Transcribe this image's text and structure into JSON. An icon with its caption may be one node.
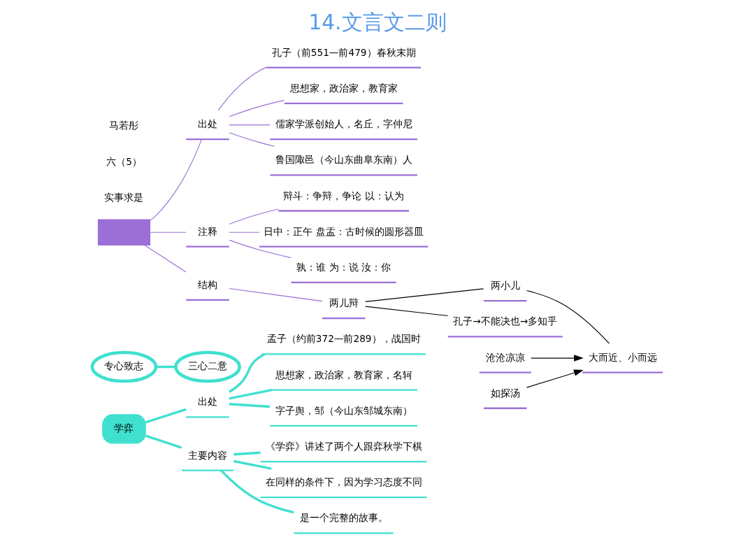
{
  "diagram": {
    "title": "14.文言文二则",
    "nodes": [
      {
        "text": [
          "学弈"
        ]
      },
      {
        "text": [
          "出处"
        ]
      },
      {
        "text": [
          "孟子（约前372—前289），战国时"
        ]
      },
      {
        "text": [
          "思想家，政治家，教育家，名轲"
        ]
      },
      {
        "text": [
          "字子舆，邹（今山东邹城东南）"
        ]
      },
      {
        "text": [
          "主要内容"
        ]
      },
      {
        "text": [
          "《学弈》讲述了两个人跟弈秋学下棋"
        ]
      },
      {
        "text": [
          "在同样的条件下，因为学习态度不同"
        ]
      },
      {
        "text": [
          "是一个完整的故事。"
        ]
      },
      {
        "text": [
          "专心致志"
        ]
      },
      {
        "text": [
          "三心二意"
        ]
      },
      {
        "text": [],
        "shape": "box"
      },
      {
        "text": [
          "出处"
        ]
      },
      {
        "text": [
          "孔子（前551—前479）春秋末期"
        ]
      },
      {
        "text": [
          "思想家，政治家，教育家"
        ]
      },
      {
        "text": [
          "儒家学派创始人，名丘，字仲尼"
        ]
      },
      {
        "text": [
          "鲁国陬邑（今山东曲阜东南）人"
        ]
      },
      {
        "text": [
          "注释"
        ]
      },
      {
        "text": [
          "辩斗：争辩，争论 以：认为"
        ]
      },
      {
        "text": [
          "日中：正午 盘盂：古时候的圆形器皿"
        ]
      },
      {
        "text": [
          "孰：谁 为：说 汝：你"
        ]
      },
      {
        "text": [
          "结构"
        ]
      },
      {
        "text": [
          "两儿辩"
        ]
      },
      {
        "text": [
          "两小儿"
        ]
      },
      {
        "text": [
          "大而近、小而远"
        ]
      },
      {
        "text": [
          "沧沧凉凉"
        ]
      },
      {
        "text": [
          "如探汤"
        ]
      },
      {
        "text": [
          "孔子→不能决也→多知乎"
        ]
      }
    ],
    "edges": [
      {
        "from": 0,
        "to": 1,
        "arrow": "none",
        "style": "thick",
        "color": "#40e0d0"
      },
      {
        "from": 1,
        "to": 2,
        "arrow": "none",
        "style": "thick",
        "color": "#40e0d0"
      },
      {
        "from": 1,
        "to": 3,
        "arrow": "none",
        "style": "thick",
        "color": "#40e0d0"
      },
      {
        "from": 1,
        "to": 4,
        "arrow": "none",
        "style": "thick",
        "color": "#40e0d0"
      },
      {
        "from": 0,
        "to": 5,
        "arrow": "none",
        "style": "thick",
        "color": "#40e0d0"
      },
      {
        "from": 5,
        "to": 6,
        "arrow": "none",
        "style": "thick",
        "color": "#40e0d0"
      },
      {
        "from": 5,
        "to": 7,
        "arrow": "none",
        "style": "thick",
        "color": "#40e0d0"
      },
      {
        "from": 5,
        "to": 8,
        "arrow": "none",
        "style": "thick",
        "color": "#40e0d0"
      },
      {
        "from": 9,
        "to": 10,
        "arrow": "none",
        "style": "thick",
        "color": "#40e0d0"
      },
      {
        "from": 11,
        "to": 12,
        "arrow": "none",
        "color": "#9b6fd6"
      },
      {
        "from": 12,
        "to": 13,
        "arrow": "none",
        "color": "#9b6fd6"
      },
      {
        "from": 12,
        "to": 14,
        "arrow": "none",
        "color": "#9b6fd6"
      },
      {
        "from": 12,
        "to": 15,
        "arrow": "none",
        "color": "#9b6fd6"
      },
      {
        "from": 12,
        "to": 16,
        "arrow": "none",
        "color": "#9b6fd6"
      },
      {
        "from": 11,
        "to": 17,
        "arrow": "none",
        "color": "#9b6fd6"
      },
      {
        "from": 17,
        "to": 18,
        "arrow": "none",
        "color": "#9b6fd6"
      },
      {
        "from": 17,
        "to": 19,
        "arrow": "none",
        "color": "#9b6fd6"
      },
      {
        "from": 17,
        "to": 20,
        "arrow": "none",
        "color": "#9b6fd6"
      },
      {
        "from": 11,
        "to": 21,
        "arrow": "none",
        "color": "#9b6fd6"
      },
      {
        "from": 21,
        "to": 22,
        "arrow": "none",
        "color": "#9b6fd6"
      },
      {
        "from": 22,
        "to": 23,
        "arrow": "none",
        "color": "#000000"
      },
      {
        "from": 23,
        "to": 24,
        "arrow": "none",
        "color": "#000000"
      },
      {
        "from": 25,
        "to": 24,
        "arrow": "to",
        "color": "#000000"
      },
      {
        "from": 26,
        "to": 24,
        "arrow": "to",
        "color": "#000000"
      },
      {
        "from": 22,
        "to": 27,
        "arrow": "none",
        "color": "#000000"
      }
    ],
    "labels": [
      "实事求是",
      "六（5）",
      "马若彤"
    ]
  }
}
